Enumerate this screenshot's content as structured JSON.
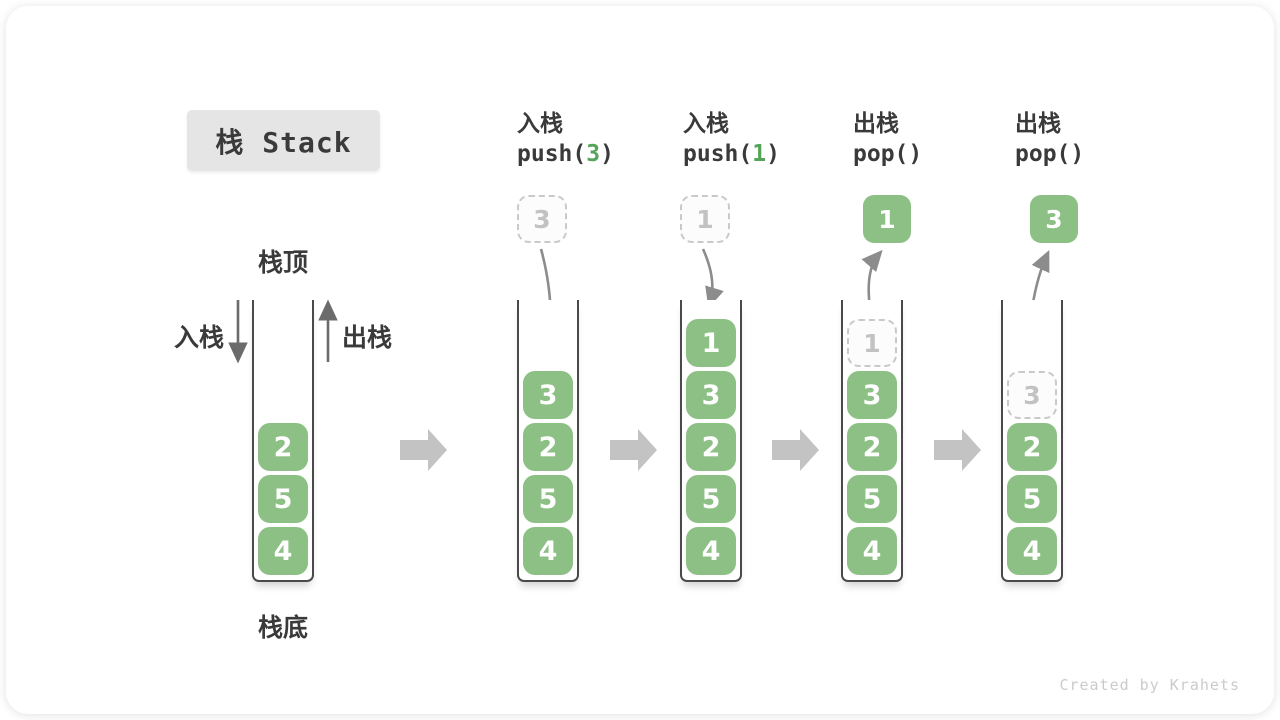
{
  "page": {
    "title": "栈 Stack",
    "watermark": "Created by Krahets"
  },
  "colors": {
    "box_green": "#8CC084",
    "arg_green": "#55A45A",
    "ghost_text": "#C2C2C2",
    "wall_gray": "#4A4A4A",
    "text_dark": "#3A3A3A"
  },
  "labels": {
    "stack_top": "栈顶",
    "stack_bottom": "栈底",
    "push_side": "入栈",
    "pop_side": "出栈"
  },
  "columns": [
    {
      "name": "initial-state",
      "boxes": [
        "2",
        "5",
        "4"
      ]
    },
    {
      "name": "after-push-3",
      "op_label": "入栈",
      "code_prefix": "push(",
      "code_arg": "3",
      "code_suffix": ")",
      "pending": "3",
      "boxes": [
        "3",
        "2",
        "5",
        "4"
      ]
    },
    {
      "name": "after-push-1",
      "op_label": "入栈",
      "code_prefix": "push(",
      "code_arg": "1",
      "code_suffix": ")",
      "pending": "1",
      "boxes": [
        "1",
        "3",
        "2",
        "5",
        "4"
      ]
    },
    {
      "name": "after-pop-1",
      "op_label": "出栈",
      "code_prefix": "pop(",
      "code_arg": "",
      "code_suffix": ")",
      "popped": "1",
      "ghost": "1",
      "boxes": [
        "3",
        "2",
        "5",
        "4"
      ]
    },
    {
      "name": "after-pop-3",
      "op_label": "出栈",
      "code_prefix": "pop(",
      "code_arg": "",
      "code_suffix": ")",
      "popped": "3",
      "ghost": "3",
      "boxes": [
        "2",
        "5",
        "4"
      ]
    }
  ]
}
